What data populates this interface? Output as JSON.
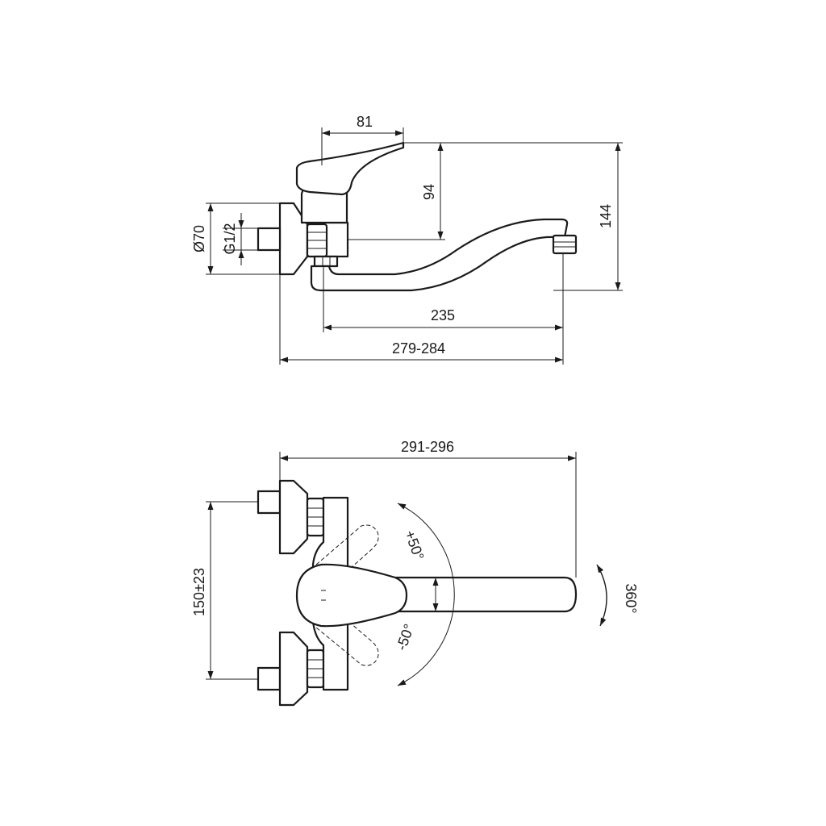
{
  "side_view": {
    "dim_handle_width": "81",
    "dim_lever_height": "94",
    "dim_total_height": "144",
    "dim_flange_diameter": "Ø70",
    "dim_thread": "G1/2",
    "dim_spout_reach": "235",
    "dim_total_reach": "279-284"
  },
  "top_view": {
    "dim_total_length": "291-296",
    "dim_connection_distance": "150±23",
    "dim_angle_plus": "+50°",
    "dim_angle_minus": "-50°",
    "dim_swivel": "360°"
  }
}
